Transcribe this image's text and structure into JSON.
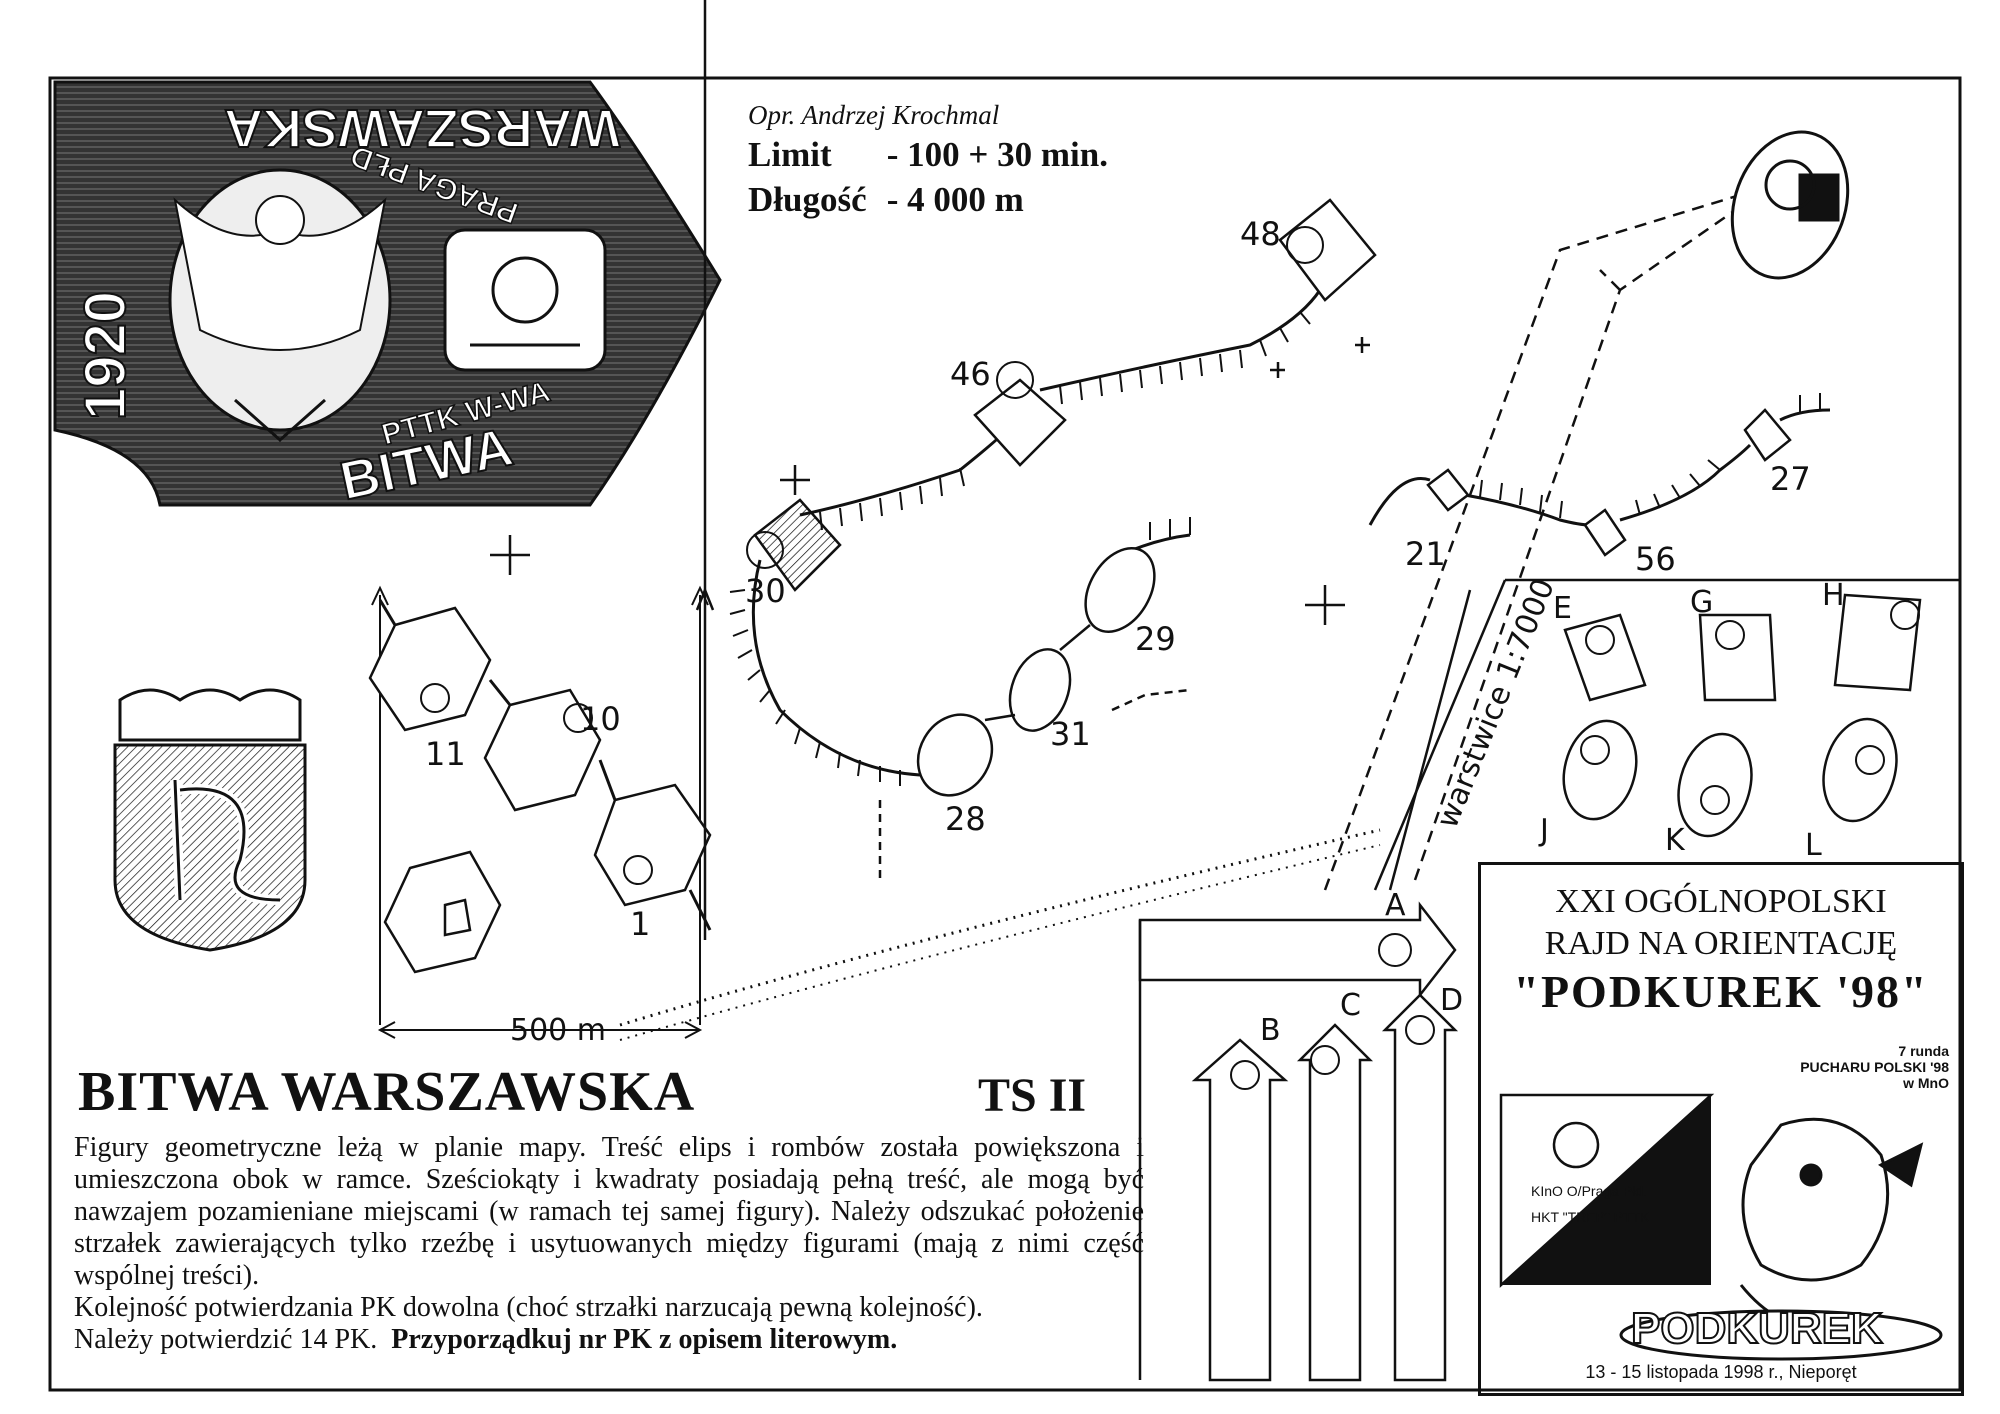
{
  "header": {
    "author": "Opr. Andrzej Krochmal",
    "limit_label": "Limit",
    "limit_value": "- 100 + 30 min.",
    "length_label": "Długość",
    "length_value": "- 4 000 m"
  },
  "badge": {
    "year": "1920",
    "top_text": "WARSZAWSKA",
    "sub_text": "PRAGA PŁD",
    "org_text": "PTTK W-WA",
    "bottom_text": "BITWA"
  },
  "controls": [
    {
      "id": "48"
    },
    {
      "id": "46"
    },
    {
      "id": "30"
    },
    {
      "id": "29"
    },
    {
      "id": "31"
    },
    {
      "id": "28"
    },
    {
      "id": "21"
    },
    {
      "id": "56"
    },
    {
      "id": "27"
    },
    {
      "id": "11"
    },
    {
      "id": "10"
    },
    {
      "id": "1"
    }
  ],
  "letters": [
    "A",
    "B",
    "C",
    "D",
    "E",
    "G",
    "H",
    "J",
    "K",
    "L"
  ],
  "scale": {
    "bar_label": "500 m",
    "inset_label": "warstwice 1:7000"
  },
  "title": {
    "main": "BITWA WARSZAWSKA",
    "category": "TS II"
  },
  "instructions": {
    "lines": [
      "Figury geometryczne leżą w planie mapy. Treść elips i rombów została powiększona i umieszczona obok w ramce. Sześciokąty i kwadraty posiadają pełną treść, ale mogą być nawzajem pozamieniane miejscami (w ramach tej samej figury). Należy odszukać położenie strzałek zawierających tylko rzeźbę i usytuowanych między figurami (mają z nimi część wspólnej treści).",
      "Kolejność potwierdzania PK dowolna (choć strzałki narzucają pewną kolejność).",
      "Należy potwierdzić 14 PK."
    ],
    "bold_line": "Przyporządkuj nr PK z opisem literowym."
  },
  "event": {
    "line1": "XXI OGÓLNOPOLSKI",
    "line2": "RAJD NA ORIENTACJĘ",
    "line3": "\"PODKUREK '98\"",
    "round_line1": "7 runda",
    "round_line2": "PUCHARU POLSKI '98",
    "round_line3": "w MnO",
    "club1": "KInO O/Praga Płd.",
    "club2": "HKT \"TREP\" PTTK",
    "mascot_text": "PODKUREK",
    "date": "13 - 15 listopada 1998 r., Nieporęt"
  }
}
